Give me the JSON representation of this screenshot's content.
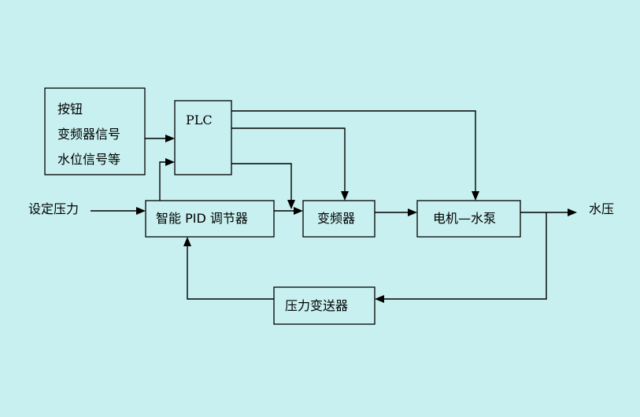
{
  "colors": {
    "background": "#c8f0f0",
    "stroke": "#000000"
  },
  "blocks": {
    "inputs": [
      "按钮",
      "变频器信号",
      "水位信号等"
    ],
    "plc": "PLC",
    "pid": "智能 PID 调节器",
    "vfd": "变频器",
    "motor_pump": "电机—水泵",
    "transmitter": "压力变送器"
  },
  "labels": {
    "setpoint": "设定压力",
    "output": "水压"
  }
}
